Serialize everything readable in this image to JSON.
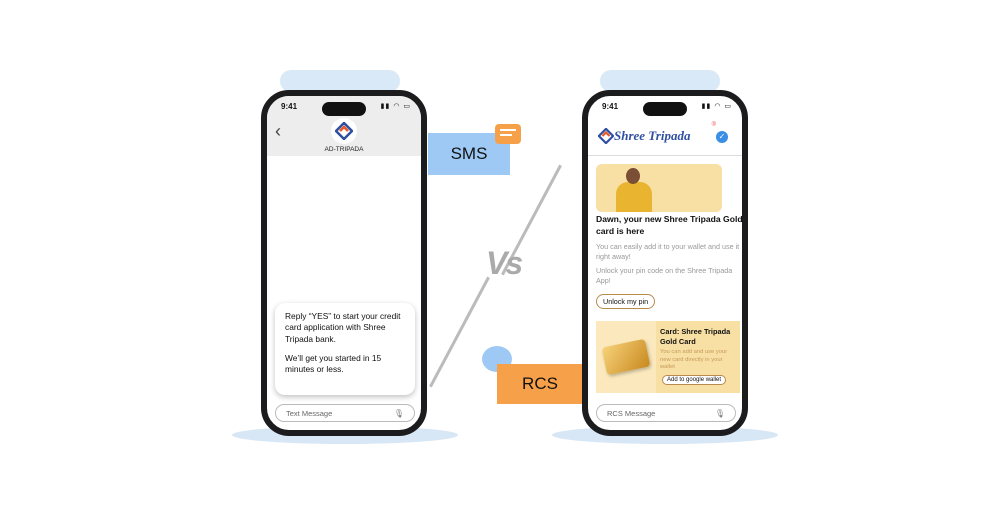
{
  "sms_phone": {
    "status_time": "9:41",
    "sender": "AD-TRIPADA",
    "message_lines": [
      "Reply  “YES”  to start your credit card application with Shree Tripada bank.",
      "We’ll get you started in 15 minutes or less."
    ],
    "input_placeholder": "Text Message"
  },
  "rcs_phone": {
    "status_time": "9:41",
    "brand_name": "Shree Tripada",
    "title": "Dawn, your new Shree Tripada Gold card is here",
    "text_1": "You can easily add it to your wallet and use it right away!",
    "text_2": "Unlock your pin code on the Shree Tripada App!",
    "unlock_button": "Unlock my pin",
    "card_title": "Card: Shree Tripada Gold Card",
    "card_text": "You can add and use your new card directly in your wallet",
    "wallet_button": "Add to google wallet",
    "input_placeholder": "RCS Message"
  },
  "labels": {
    "sms": "SMS",
    "rcs": "RCS",
    "vs": "Vs"
  },
  "colors": {
    "sms_label_bg": "#9ec9f5",
    "rcs_label_bg": "#f6a04a",
    "sms_chat_icon": "#f6a04a",
    "rcs_chat_icon": "#9ec9f5"
  },
  "icons": [
    "chevron-left-icon",
    "brand-logo-icon",
    "verified-badge-icon",
    "microphone-icon",
    "chat-bubble-icon"
  ]
}
